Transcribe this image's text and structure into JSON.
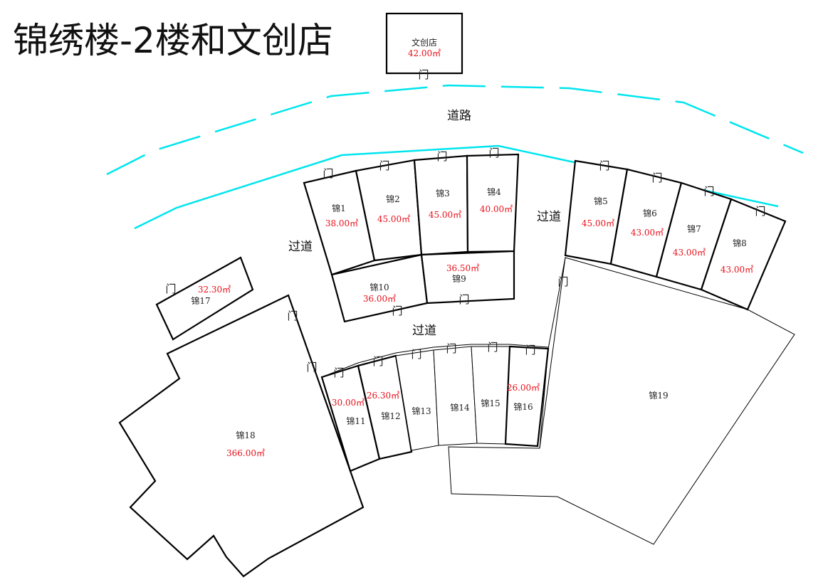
{
  "title": "锦绣楼-2楼和文创店",
  "door_label": "门",
  "labels": {
    "road": "道路",
    "corridor": "过道"
  },
  "units": [
    {
      "id": "wenchuang",
      "name": "文创店",
      "area": "42.00㎡"
    },
    {
      "id": "j1",
      "name": "锦1",
      "area": "38.00㎡"
    },
    {
      "id": "j2",
      "name": "锦2",
      "area": "45.00㎡"
    },
    {
      "id": "j3",
      "name": "锦3",
      "area": "45.00㎡"
    },
    {
      "id": "j4",
      "name": "锦4",
      "area": "40.00㎡"
    },
    {
      "id": "j5",
      "name": "锦5",
      "area": "45.00㎡"
    },
    {
      "id": "j6",
      "name": "锦6",
      "area": "43.00㎡"
    },
    {
      "id": "j7",
      "name": "锦7",
      "area": "43.00㎡"
    },
    {
      "id": "j8",
      "name": "锦8",
      "area": "43.00㎡"
    },
    {
      "id": "j9",
      "name": "锦9",
      "area": "36.50㎡"
    },
    {
      "id": "j10",
      "name": "锦10",
      "area": "36.00㎡"
    },
    {
      "id": "j11",
      "name": "锦11",
      "area": "30.00㎡"
    },
    {
      "id": "j12",
      "name": "锦12",
      "area": "26.30㎡"
    },
    {
      "id": "j13",
      "name": "锦13",
      "area": ""
    },
    {
      "id": "j14",
      "name": "锦14",
      "area": ""
    },
    {
      "id": "j15",
      "name": "锦15",
      "area": ""
    },
    {
      "id": "j16",
      "name": "锦16",
      "area": "26.00㎡"
    },
    {
      "id": "j17",
      "name": "锦17",
      "area": "32.30㎡"
    },
    {
      "id": "j18",
      "name": "锦18",
      "area": "366.00㎡"
    },
    {
      "id": "j19",
      "name": "锦19",
      "area": ""
    }
  ],
  "colors": {
    "road": "#00e5ee",
    "area_text": "#e8101a",
    "outline": "#000000"
  }
}
